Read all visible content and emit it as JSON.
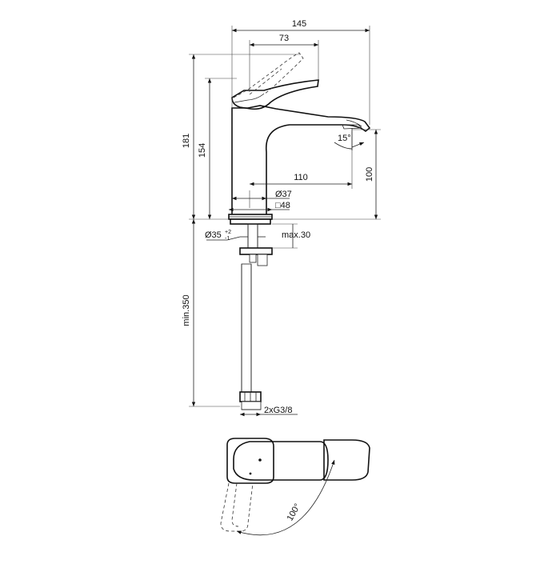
{
  "dimensions": {
    "overall_width": "145",
    "handle_offset": "73",
    "total_height": "181",
    "body_height": "154",
    "spout_reach": "110",
    "spout_clearance": "100",
    "spout_angle": "15°",
    "body_diameter": "Ø37",
    "base_square": "□48",
    "hole_diameter": "Ø35",
    "hole_tolerance_upper": "+2",
    "hole_tolerance_lower": "-1",
    "max_deck": "max.30",
    "hose_length": "min.350",
    "connections": "2xG3/8",
    "rotation_angle": "100°"
  }
}
